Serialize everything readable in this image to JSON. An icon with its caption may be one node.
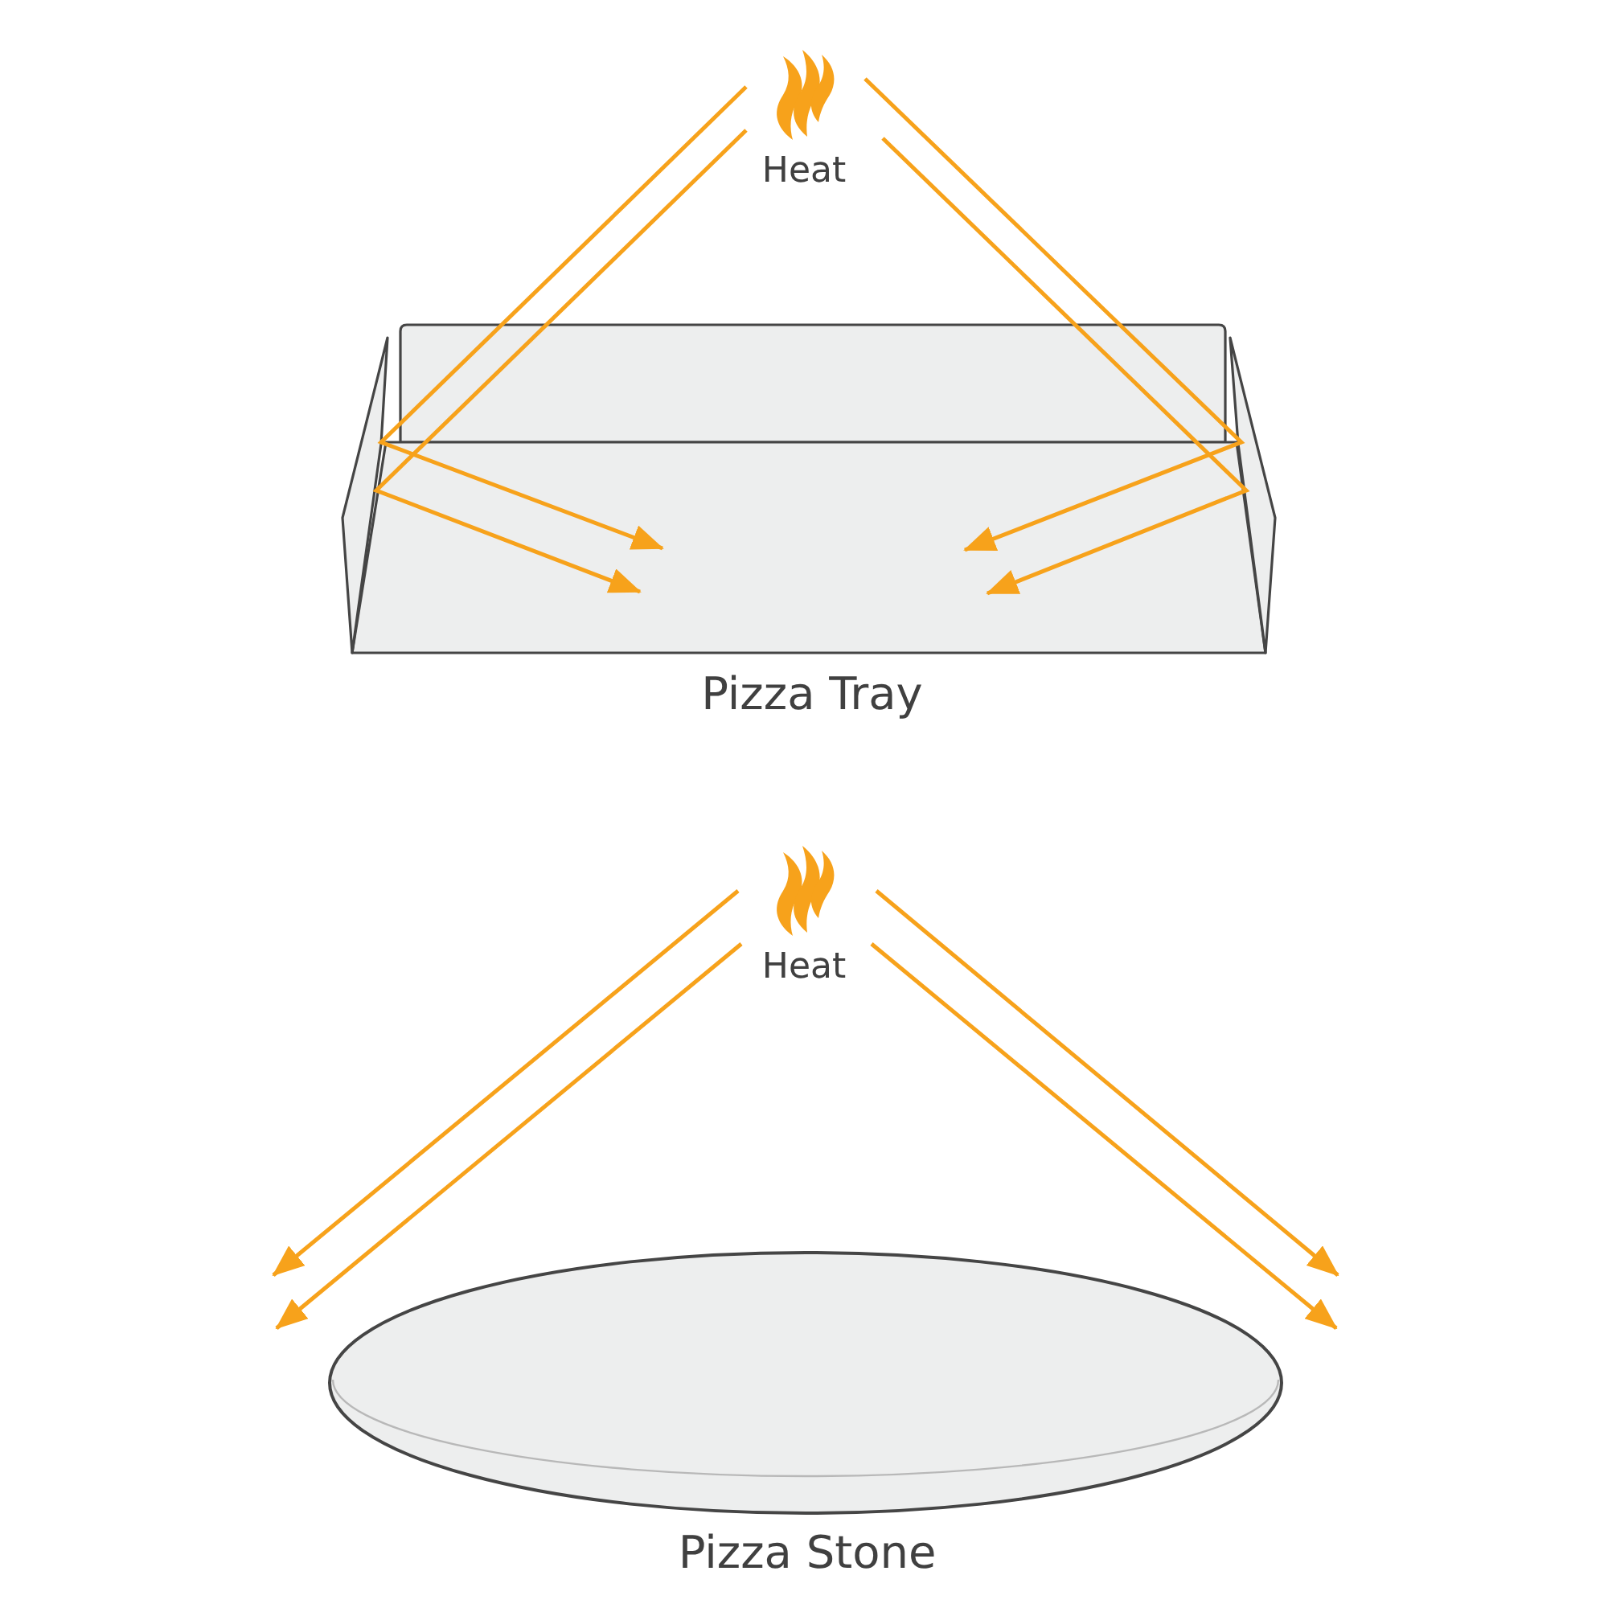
{
  "diagram": {
    "nodes": [
      {
        "text": [
          "Heat"
        ]
      },
      {
        "text": [
          "Pizza Tray"
        ]
      },
      {
        "text": [
          "Heat"
        ]
      },
      {
        "text": [
          "Pizza Stone"
        ]
      }
    ],
    "edges": [
      {
        "from": 0,
        "to": 1,
        "arrow": "to"
      },
      {
        "from": 0,
        "to": 1,
        "arrow": "to"
      },
      {
        "from": 0,
        "to": 1,
        "arrow": "to"
      },
      {
        "from": 0,
        "to": 1,
        "arrow": "to"
      },
      {
        "from": 2,
        "to": null,
        "arrow": "to"
      },
      {
        "from": 2,
        "to": null,
        "arrow": "to"
      },
      {
        "from": 2,
        "to": null,
        "arrow": "to"
      },
      {
        "from": 2,
        "to": null,
        "arrow": "to"
      }
    ]
  }
}
